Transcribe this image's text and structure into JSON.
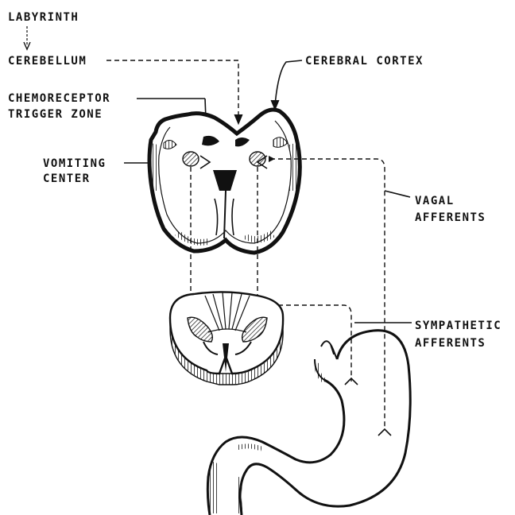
{
  "labels": {
    "labyrinth": "LABYRINTH",
    "cerebellum": "CEREBELLUM",
    "cerebral_cortex": "CEREBRAL CORTEX",
    "ctz_line1": "CHEMORECEPTOR",
    "ctz_line2": "TRIGGER ZONE",
    "vomiting_line1": "VOMITING",
    "vomiting_line2": "CENTER",
    "vagal_line1": "VAGAL",
    "vagal_line2": "AFFERENTS",
    "sympathetic_line1": "SYMPATHETIC",
    "sympathetic_line2": "AFFERENTS"
  },
  "colors": {
    "ink": "#111111",
    "background": "#ffffff"
  }
}
